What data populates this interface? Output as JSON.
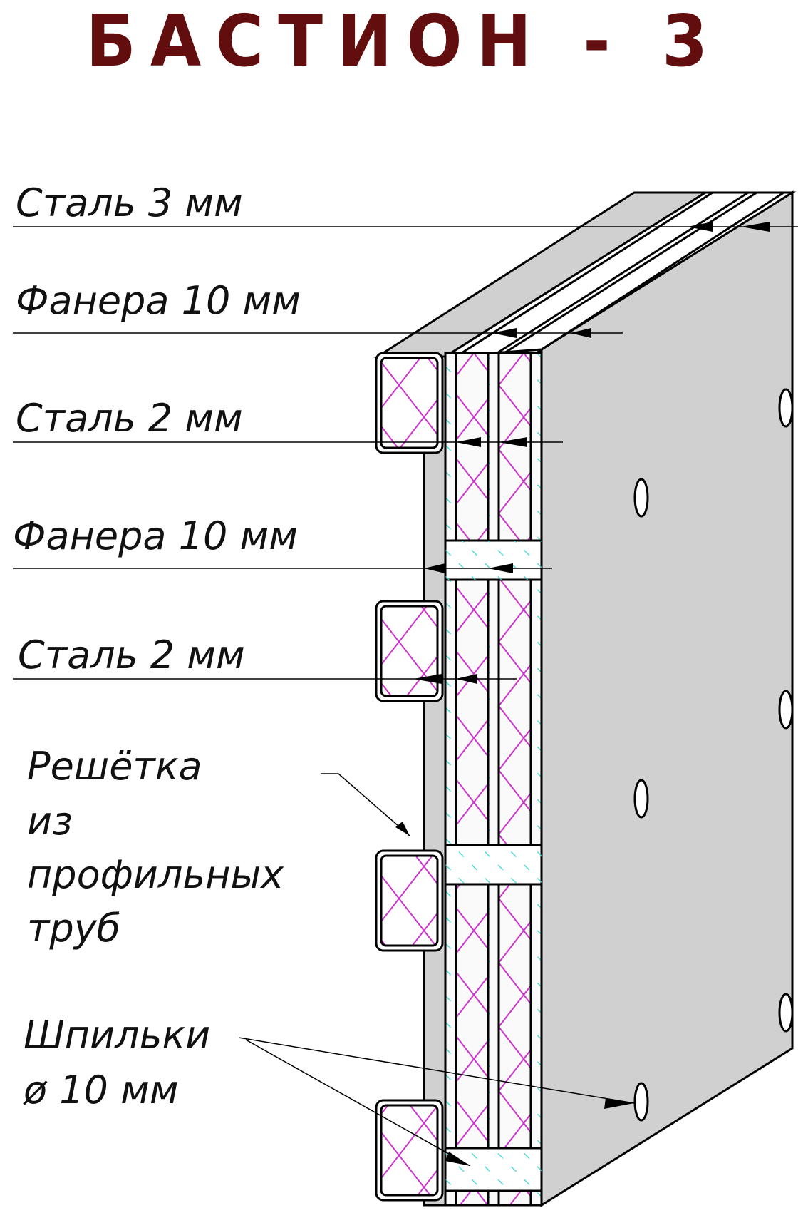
{
  "title": "БАСТИОН - 3",
  "colors": {
    "title": "#620e0e",
    "panel_fill": "#d0d0d0",
    "plywood_hatch": "#cc33cc",
    "steel_hatch": "#33d6d6",
    "outline": "#000000"
  },
  "labels": [
    {
      "id": "steel-3",
      "text": "Сталь   3  мм"
    },
    {
      "id": "plywood-10-top",
      "text": "Фанера   10  мм"
    },
    {
      "id": "steel-2-a",
      "text": "Сталь   2  мм"
    },
    {
      "id": "plywood-10-mid",
      "text": "Фанера   10  мм"
    },
    {
      "id": "steel-2-b",
      "text": "Сталь   2  мм"
    }
  ],
  "grid_label": [
    "Решётка",
    "из",
    "профильных",
    "труб"
  ],
  "studs_label": [
    "Шпильки",
    "ø  10  мм"
  ]
}
